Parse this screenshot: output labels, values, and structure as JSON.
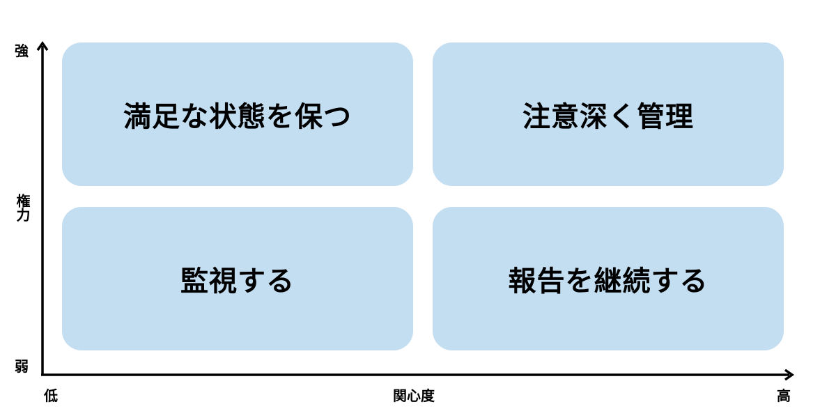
{
  "colors": {
    "quadrant_fill": "#c3ddf1",
    "axis": "#000000",
    "text": "#000000"
  },
  "quadrants": {
    "top_left": "満足な状態を保つ",
    "top_right": "注意深く管理",
    "bottom_left": "監視する",
    "bottom_right": "報告を継続する"
  },
  "axes": {
    "y": {
      "label": "権力",
      "high": "強",
      "low": "弱"
    },
    "x": {
      "label": "関心度",
      "low": "低",
      "high": "高"
    }
  }
}
